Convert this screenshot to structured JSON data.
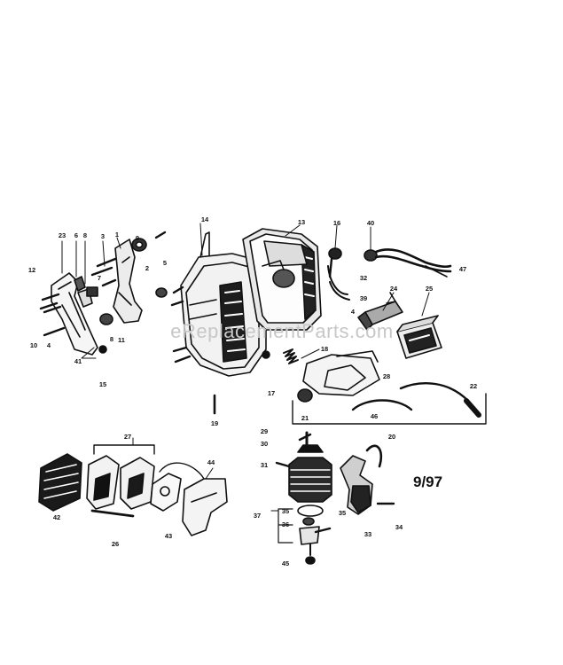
{
  "page": {
    "background": "#ffffff",
    "ink": "#111111"
  },
  "watermark": {
    "text": "eReplacementParts.com",
    "color": "#c7c7c7"
  },
  "date_code": "9/97",
  "callouts": [
    {
      "id": "c1",
      "label": "1"
    },
    {
      "id": "c2",
      "label": "2"
    },
    {
      "id": "c3",
      "label": "3"
    },
    {
      "id": "c4a",
      "label": "4"
    },
    {
      "id": "c4b",
      "label": "4"
    },
    {
      "id": "c5",
      "label": "5"
    },
    {
      "id": "c6",
      "label": "6"
    },
    {
      "id": "c7",
      "label": "7"
    },
    {
      "id": "c8a",
      "label": "8"
    },
    {
      "id": "c8b",
      "label": "8"
    },
    {
      "id": "c9",
      "label": "9"
    },
    {
      "id": "c10",
      "label": "10"
    },
    {
      "id": "c11",
      "label": "11"
    },
    {
      "id": "c12",
      "label": "12"
    },
    {
      "id": "c13",
      "label": "13"
    },
    {
      "id": "c14",
      "label": "14"
    },
    {
      "id": "c15",
      "label": "15"
    },
    {
      "id": "c16",
      "label": "16"
    },
    {
      "id": "c17",
      "label": "17"
    },
    {
      "id": "c18",
      "label": "18"
    },
    {
      "id": "c19",
      "label": "19"
    },
    {
      "id": "c20",
      "label": "20"
    },
    {
      "id": "c21",
      "label": "21"
    },
    {
      "id": "c22",
      "label": "22"
    },
    {
      "id": "c23",
      "label": "23"
    },
    {
      "id": "c24",
      "label": "24"
    },
    {
      "id": "c25",
      "label": "25"
    },
    {
      "id": "c26",
      "label": "26"
    },
    {
      "id": "c27",
      "label": "27"
    },
    {
      "id": "c28",
      "label": "28"
    },
    {
      "id": "c29",
      "label": "29"
    },
    {
      "id": "c30",
      "label": "30"
    },
    {
      "id": "c31",
      "label": "31"
    },
    {
      "id": "c32",
      "label": "32"
    },
    {
      "id": "c33",
      "label": "33"
    },
    {
      "id": "c34",
      "label": "34"
    },
    {
      "id": "c35a",
      "label": "35"
    },
    {
      "id": "c35b",
      "label": "35"
    },
    {
      "id": "c36",
      "label": "36"
    },
    {
      "id": "c37",
      "label": "37"
    },
    {
      "id": "c39",
      "label": "39"
    },
    {
      "id": "c40",
      "label": "40"
    },
    {
      "id": "c41",
      "label": "41"
    },
    {
      "id": "c42",
      "label": "42"
    },
    {
      "id": "c43",
      "label": "43"
    },
    {
      "id": "c44",
      "label": "44"
    },
    {
      "id": "c45",
      "label": "45"
    },
    {
      "id": "c46",
      "label": "46"
    },
    {
      "id": "c47",
      "label": "47"
    }
  ]
}
